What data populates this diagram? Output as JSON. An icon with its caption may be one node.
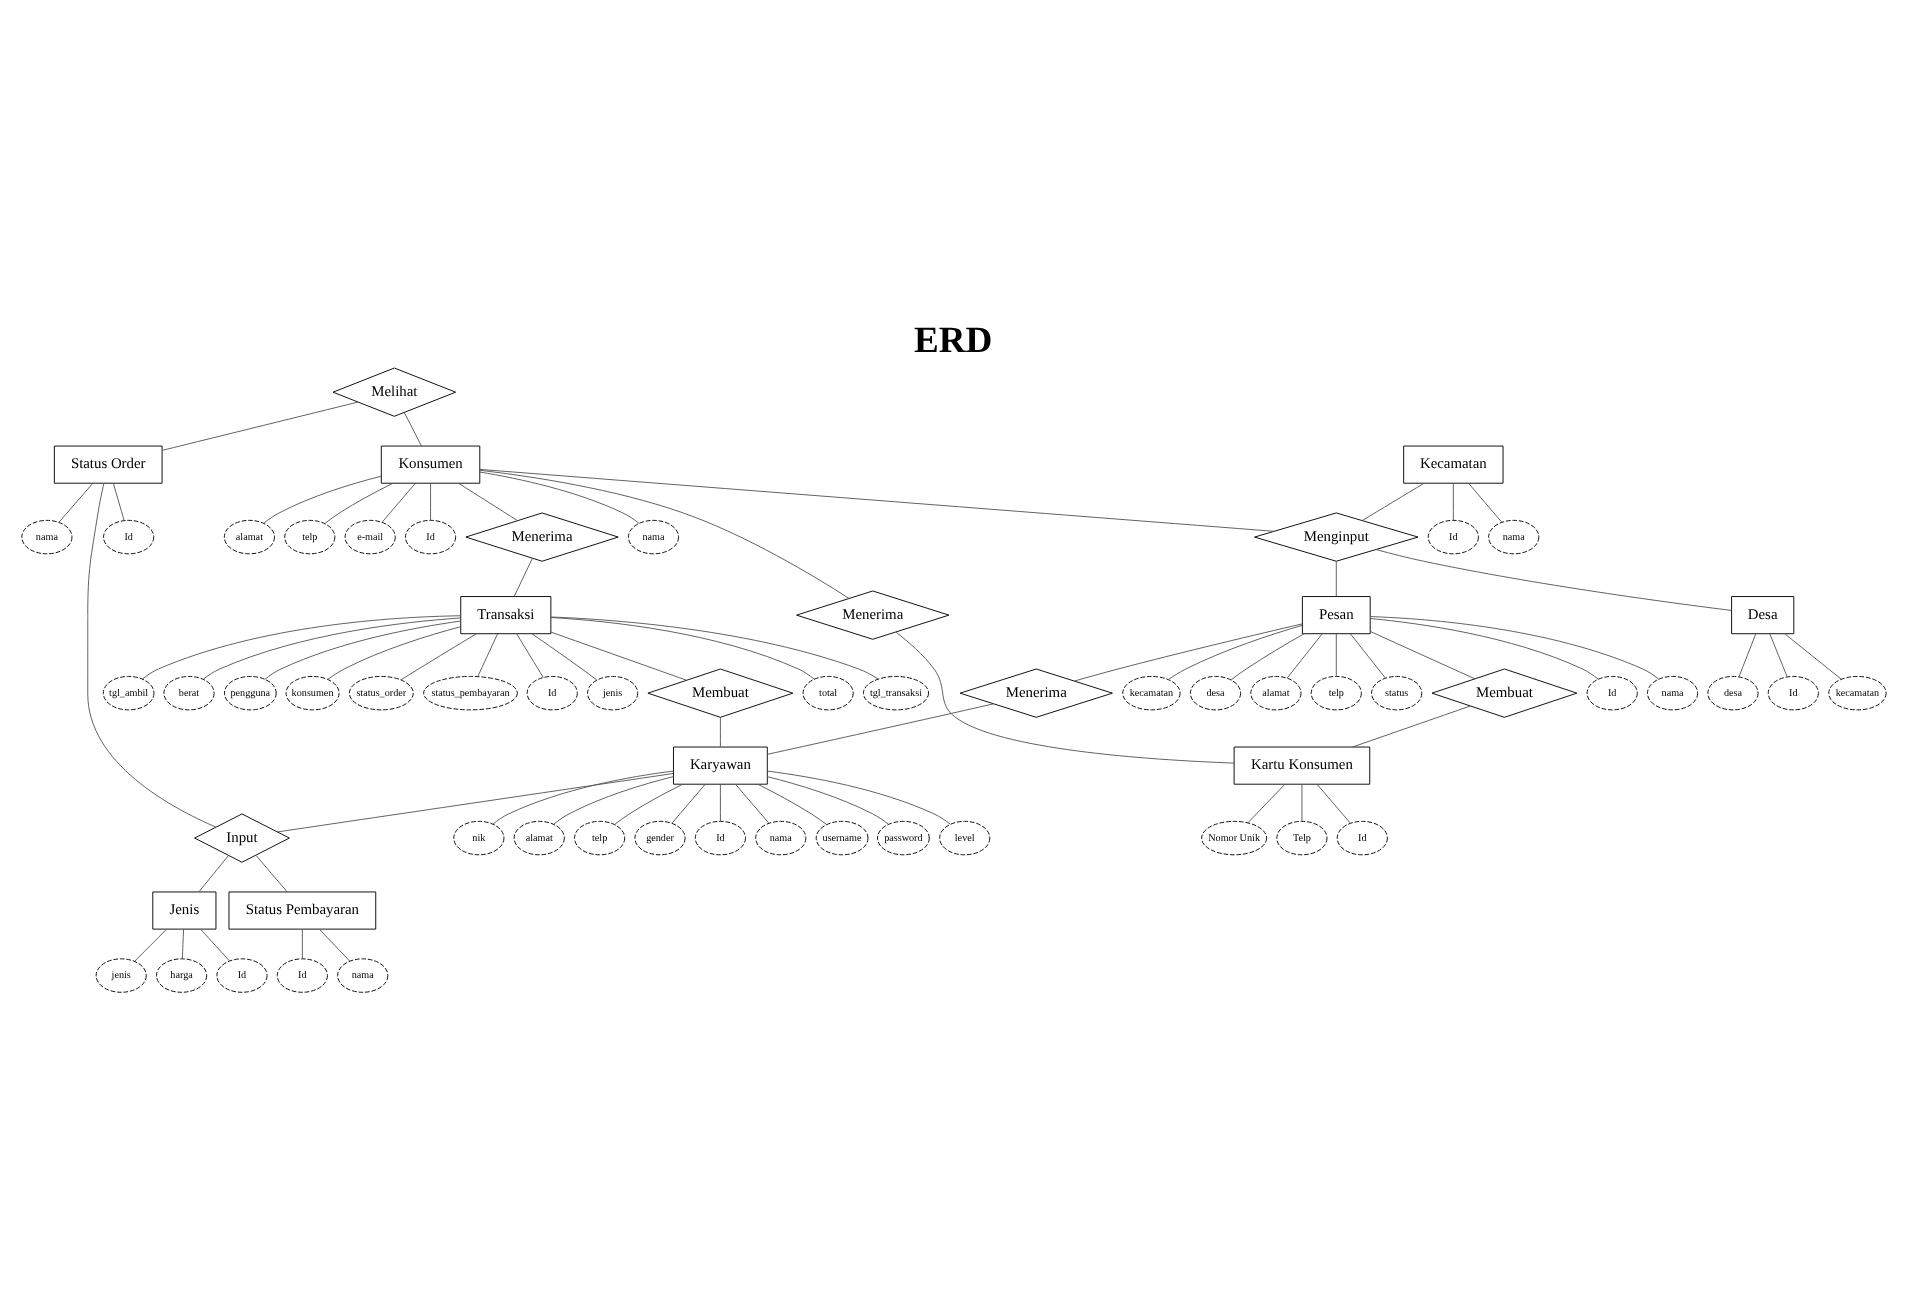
{
  "diagram": {
    "title": "ERD",
    "nodes": [
      {
        "text": [
          "Melihat"
        ]
      },
      {
        "text": [
          "Status Order"
        ]
      },
      {
        "text": [
          "Id"
        ]
      },
      {
        "text": [
          "nama"
        ]
      },
      {
        "text": [
          "Kecamatan"
        ]
      },
      {
        "text": [
          "Id"
        ]
      },
      {
        "text": [
          "nama"
        ]
      },
      {
        "text": [
          "Konsumen"
        ]
      },
      {
        "text": [
          "Id"
        ]
      },
      {
        "text": [
          "nama"
        ]
      },
      {
        "text": [
          "alamat"
        ]
      },
      {
        "text": [
          "telp"
        ]
      },
      {
        "text": [
          "e-mail"
        ]
      },
      {
        "text": [
          "Menginput"
        ]
      },
      {
        "text": [
          "Pesan"
        ]
      },
      {
        "text": [
          "Id"
        ]
      },
      {
        "text": [
          "nama"
        ]
      },
      {
        "text": [
          "kecamatan"
        ]
      },
      {
        "text": [
          "desa"
        ]
      },
      {
        "text": [
          "alamat"
        ]
      },
      {
        "text": [
          "telp"
        ]
      },
      {
        "text": [
          "status"
        ]
      },
      {
        "text": [
          "Menerima"
        ]
      },
      {
        "text": [
          "Karyawan"
        ]
      },
      {
        "text": [
          "Id"
        ]
      },
      {
        "text": [
          "nama"
        ]
      },
      {
        "text": [
          "username"
        ]
      },
      {
        "text": [
          "password"
        ]
      },
      {
        "text": [
          "level"
        ]
      },
      {
        "text": [
          "nik"
        ]
      },
      {
        "text": [
          "alamat"
        ]
      },
      {
        "text": [
          "telp"
        ]
      },
      {
        "text": [
          "gender"
        ]
      },
      {
        "text": [
          "Input"
        ]
      },
      {
        "text": [
          "Jenis"
        ]
      },
      {
        "text": [
          "Id"
        ]
      },
      {
        "text": [
          "jenis"
        ]
      },
      {
        "text": [
          "harga"
        ]
      },
      {
        "text": [
          "Desa"
        ]
      },
      {
        "text": [
          "Id"
        ]
      },
      {
        "text": [
          "kecamatan"
        ]
      },
      {
        "text": [
          "desa"
        ]
      },
      {
        "text": [
          "Membuat"
        ]
      },
      {
        "text": [
          "Kartu Konsumen"
        ]
      },
      {
        "text": [
          "Id"
        ]
      },
      {
        "text": [
          "Nomor Unik"
        ]
      },
      {
        "text": [
          "Telp"
        ]
      },
      {
        "text": [
          "Status Pembayaran"
        ]
      },
      {
        "text": [
          "Id"
        ]
      },
      {
        "text": [
          "nama"
        ]
      },
      {
        "text": [
          "Menerima"
        ]
      },
      {
        "text": [
          "Transaksi"
        ]
      },
      {
        "text": [
          "Id"
        ]
      },
      {
        "text": [
          "jenis"
        ]
      },
      {
        "text": [
          "total"
        ]
      },
      {
        "text": [
          "tgl_transaksi"
        ]
      },
      {
        "text": [
          "tgl_ambil"
        ]
      },
      {
        "text": [
          "berat"
        ]
      },
      {
        "text": [
          "pengguna"
        ]
      },
      {
        "text": [
          "konsumen"
        ]
      },
      {
        "text": [
          "status_order"
        ]
      },
      {
        "text": [
          "status_pembayaran"
        ]
      },
      {
        "text": [
          "Menerima"
        ]
      },
      {
        "text": [
          "Membuat"
        ]
      }
    ],
    "edges": [
      {
        "from": 0,
        "to": 7,
        "arrow": "none"
      },
      {
        "from": 0,
        "to": 1,
        "arrow": "none"
      },
      {
        "from": 1,
        "to": 2,
        "arrow": "none"
      },
      {
        "from": 1,
        "to": 3,
        "arrow": "none"
      },
      {
        "from": 4,
        "to": 5,
        "arrow": "none"
      },
      {
        "from": 4,
        "to": 6,
        "arrow": "none"
      },
      {
        "from": 7,
        "to": 8,
        "arrow": "none"
      },
      {
        "from": 7,
        "to": 9,
        "arrow": "none"
      },
      {
        "from": 7,
        "to": 10,
        "arrow": "none"
      },
      {
        "from": 7,
        "to": 11,
        "arrow": "none"
      },
      {
        "from": 7,
        "to": 12,
        "arrow": "none"
      },
      {
        "from": 7,
        "to": 13,
        "arrow": "none"
      },
      {
        "from": 13,
        "to": 14,
        "arrow": "none"
      },
      {
        "from": 4,
        "to": 13,
        "arrow": "none"
      },
      {
        "from": 13,
        "to": 38,
        "arrow": "none"
      },
      {
        "from": 14,
        "to": 15,
        "arrow": "none"
      },
      {
        "from": 14,
        "to": 16,
        "arrow": "none"
      },
      {
        "from": 14,
        "to": 17,
        "arrow": "none"
      },
      {
        "from": 14,
        "to": 18,
        "arrow": "none"
      },
      {
        "from": 14,
        "to": 19,
        "arrow": "none"
      },
      {
        "from": 14,
        "to": 20,
        "arrow": "none"
      },
      {
        "from": 14,
        "to": 21,
        "arrow": "none"
      },
      {
        "from": 14,
        "to": 22,
        "arrow": "none"
      },
      {
        "from": 22,
        "to": 23,
        "arrow": "none"
      },
      {
        "from": 23,
        "to": 24,
        "arrow": "none"
      },
      {
        "from": 23,
        "to": 25,
        "arrow": "none"
      },
      {
        "from": 23,
        "to": 26,
        "arrow": "none"
      },
      {
        "from": 23,
        "to": 27,
        "arrow": "none"
      },
      {
        "from": 23,
        "to": 28,
        "arrow": "none"
      },
      {
        "from": 23,
        "to": 29,
        "arrow": "none"
      },
      {
        "from": 23,
        "to": 30,
        "arrow": "none"
      },
      {
        "from": 23,
        "to": 31,
        "arrow": "none"
      },
      {
        "from": 23,
        "to": 32,
        "arrow": "none"
      },
      {
        "from": 23,
        "to": 33,
        "arrow": "none"
      },
      {
        "from": 33,
        "to": 34,
        "arrow": "none"
      },
      {
        "from": 1,
        "to": 33,
        "arrow": "none"
      },
      {
        "from": 33,
        "to": 47,
        "arrow": "none"
      },
      {
        "from": 34,
        "to": 35,
        "arrow": "none"
      },
      {
        "from": 34,
        "to": 36,
        "arrow": "none"
      },
      {
        "from": 34,
        "to": 37,
        "arrow": "none"
      },
      {
        "from": 38,
        "to": 39,
        "arrow": "none"
      },
      {
        "from": 38,
        "to": 40,
        "arrow": "none"
      },
      {
        "from": 38,
        "to": 41,
        "arrow": "none"
      },
      {
        "from": 14,
        "to": 42,
        "arrow": "none"
      },
      {
        "from": 42,
        "to": 43,
        "arrow": "none"
      },
      {
        "from": 43,
        "to": 44,
        "arrow": "none"
      },
      {
        "from": 43,
        "to": 45,
        "arrow": "none"
      },
      {
        "from": 43,
        "to": 46,
        "arrow": "none"
      },
      {
        "from": 47,
        "to": 48,
        "arrow": "none"
      },
      {
        "from": 47,
        "to": 49,
        "arrow": "none"
      },
      {
        "from": 7,
        "to": 50,
        "arrow": "none"
      },
      {
        "from": 50,
        "to": 43,
        "arrow": "none"
      },
      {
        "from": 51,
        "to": 52,
        "arrow": "none"
      },
      {
        "from": 51,
        "to": 53,
        "arrow": "none"
      },
      {
        "from": 51,
        "to": 54,
        "arrow": "none"
      },
      {
        "from": 51,
        "to": 55,
        "arrow": "none"
      },
      {
        "from": 51,
        "to": 56,
        "arrow": "none"
      },
      {
        "from": 51,
        "to": 57,
        "arrow": "none"
      },
      {
        "from": 51,
        "to": 58,
        "arrow": "none"
      },
      {
        "from": 51,
        "to": 59,
        "arrow": "none"
      },
      {
        "from": 51,
        "to": 60,
        "arrow": "none"
      },
      {
        "from": 51,
        "to": 61,
        "arrow": "none"
      },
      {
        "from": 7,
        "to": 62,
        "arrow": "none"
      },
      {
        "from": 62,
        "to": 51,
        "arrow": "none"
      },
      {
        "from": 51,
        "to": 63,
        "arrow": "none"
      },
      {
        "from": 63,
        "to": 23,
        "arrow": "none"
      }
    ]
  }
}
